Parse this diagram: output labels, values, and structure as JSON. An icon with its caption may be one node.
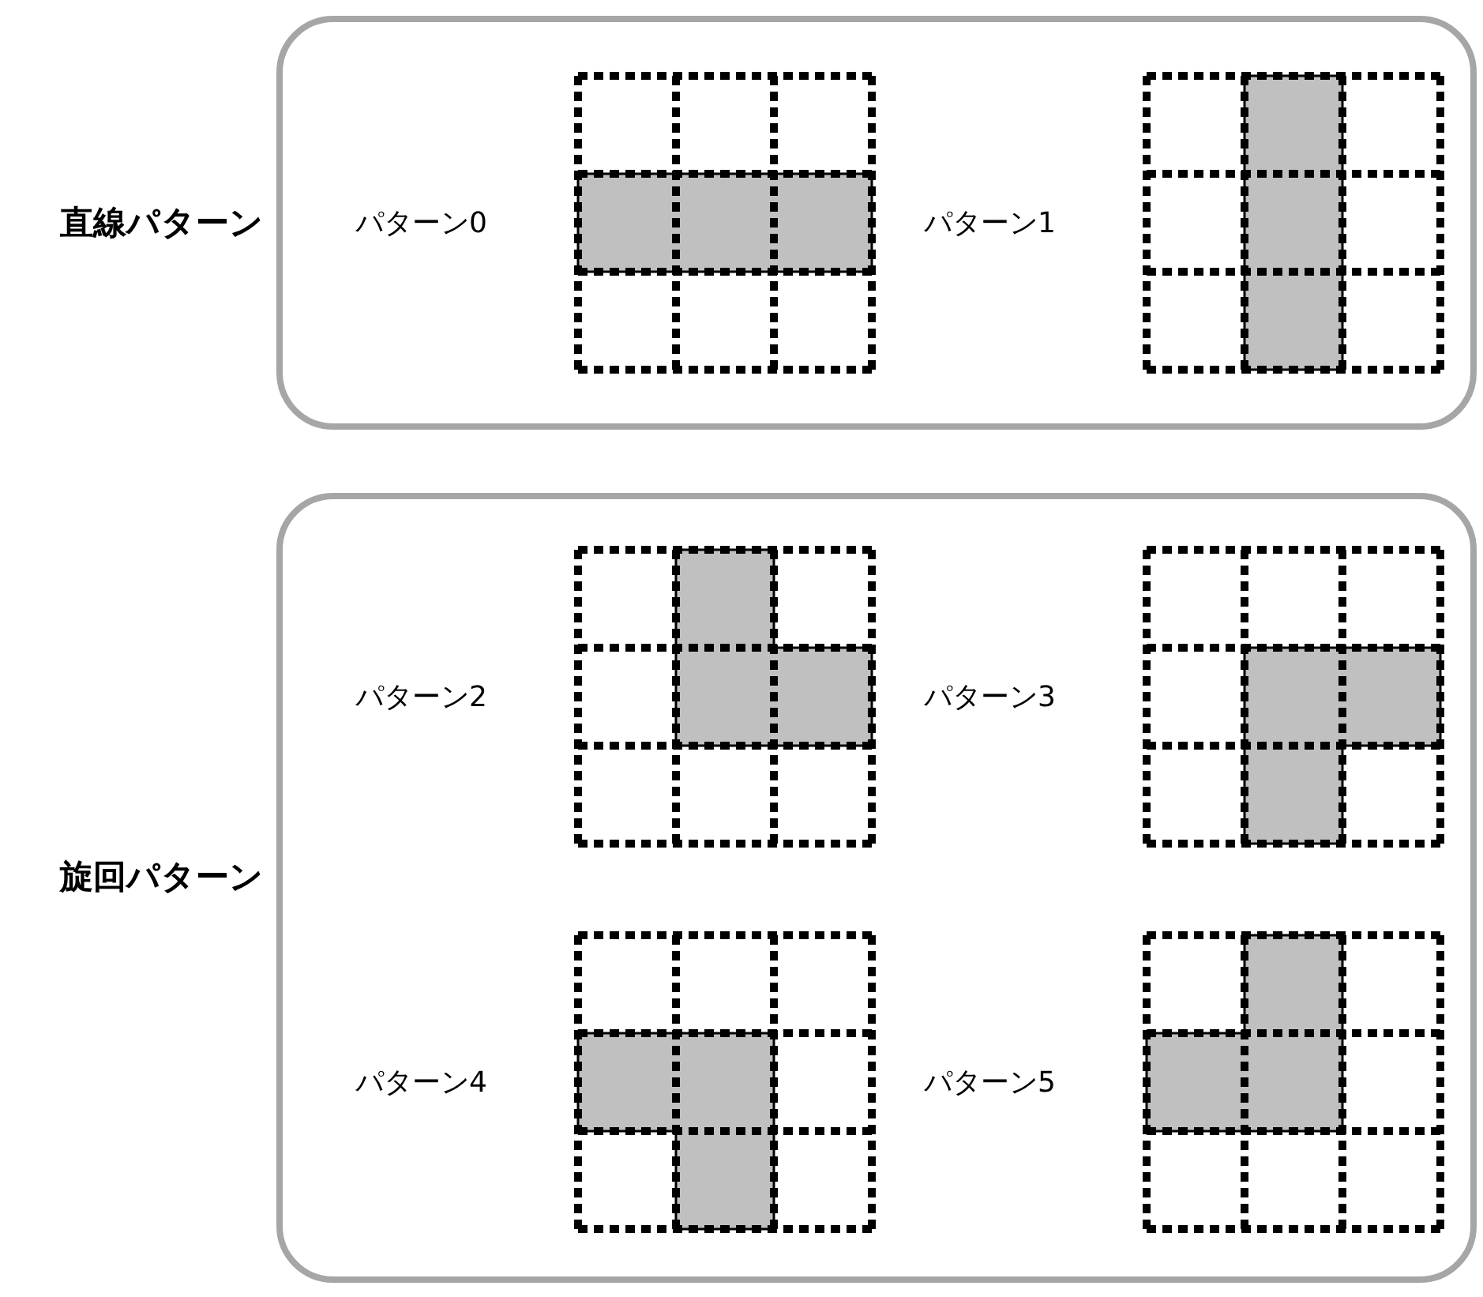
{
  "diagram": {
    "nodes": [
      {
        "text": [
          "直線パターン"
        ]
      },
      {
        "text": [
          "パターン0"
        ],
        "in": 0
      },
      {
        "text": [
          "パターン1"
        ],
        "in": 0
      },
      {
        "text": [
          "旋回パターン"
        ]
      },
      {
        "text": [
          "パターン2"
        ],
        "in": 3
      },
      {
        "text": [
          "パターン3"
        ],
        "in": 3
      },
      {
        "text": [
          "パターン4"
        ],
        "in": 3
      },
      {
        "text": [
          "パターン5"
        ],
        "in": 3
      }
    ]
  }
}
